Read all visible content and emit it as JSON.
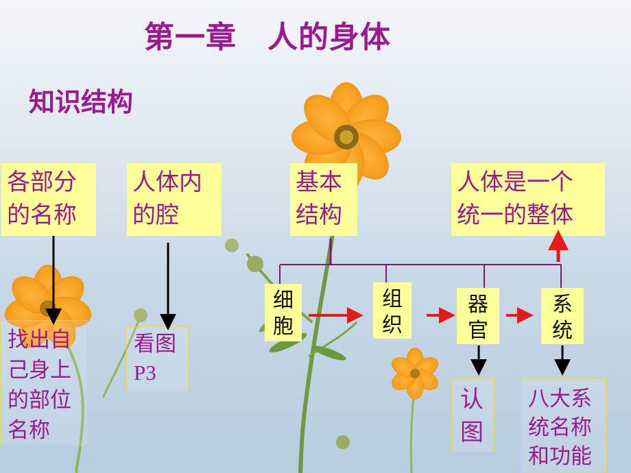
{
  "title": "第一章　人的身体",
  "subtitle": "知识结构",
  "boxes": {
    "names": [
      "各部分",
      "的名称"
    ],
    "cavity": [
      "人体内",
      "的腔"
    ],
    "basic": [
      "基本",
      "结构"
    ],
    "whole": [
      "人体是一个",
      "统一的整体"
    ]
  },
  "levels": {
    "cell": [
      "细",
      "胞"
    ],
    "tissue": [
      "组",
      "织"
    ],
    "organ": [
      "器",
      "官"
    ],
    "system": [
      "系",
      "统"
    ]
  },
  "notes": {
    "find": [
      "找出自",
      "己身上",
      "的部位",
      "名称"
    ],
    "see": [
      "看图",
      "P3"
    ],
    "recognize": [
      "认",
      "图"
    ],
    "systems": [
      "八大系",
      "统名称",
      "和功能"
    ]
  },
  "colors": {
    "title": "#9b1a8f",
    "box": "#ffff99",
    "arrow_red": "#e41b1b"
  }
}
